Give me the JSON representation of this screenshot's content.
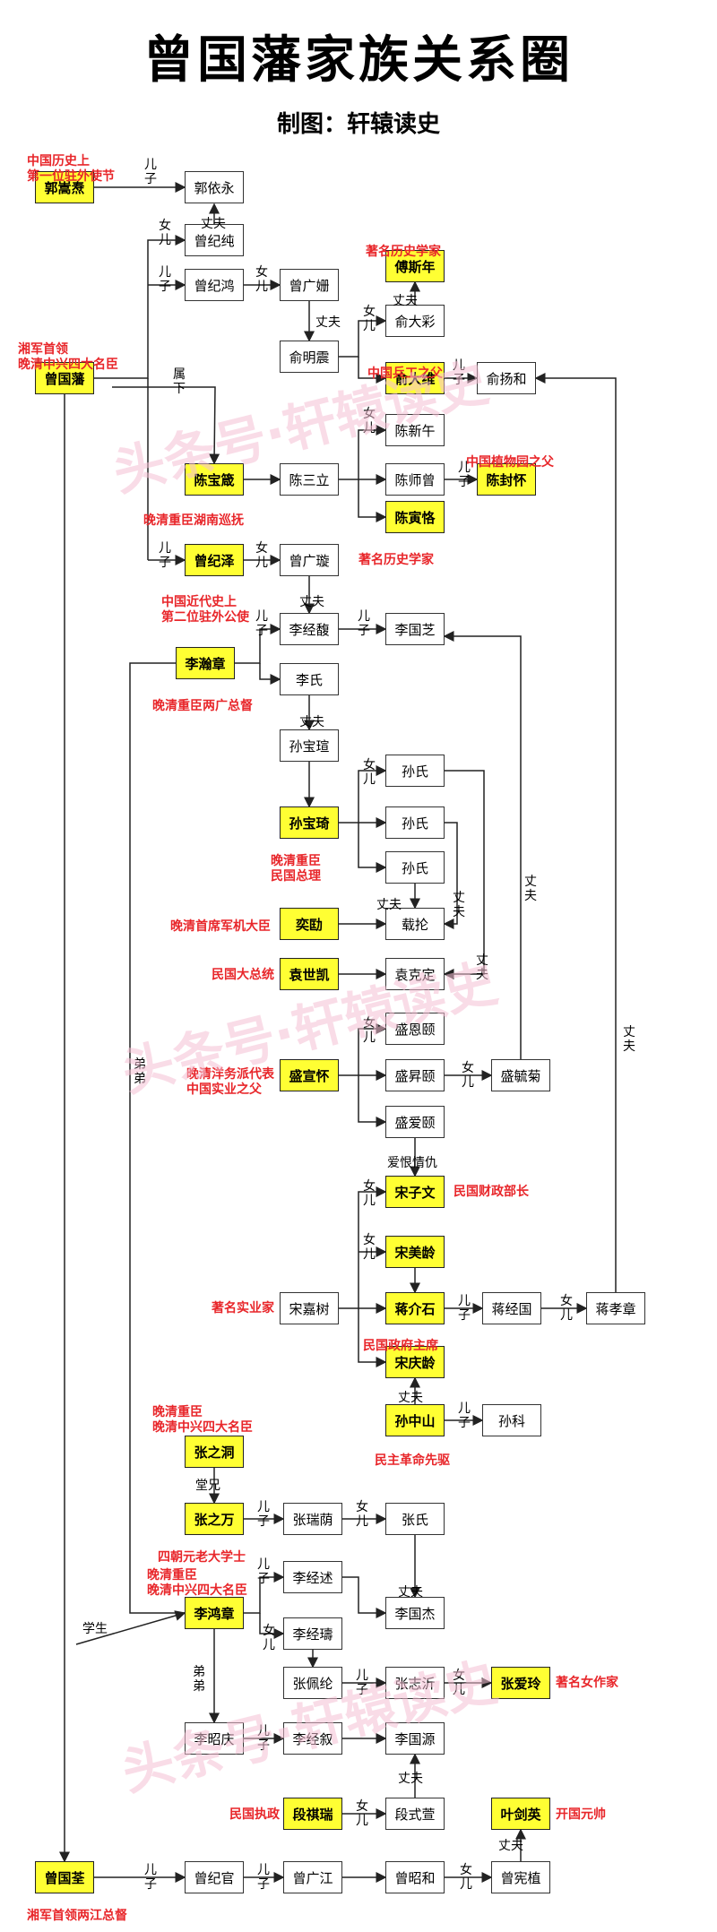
{
  "title": "曾国藩家族关系圈",
  "subtitle": "制图：轩辕读史",
  "watermark": "头条号·轩辕读史",
  "colors": {
    "highlight": "#ffff33",
    "note": "#e8262a"
  },
  "nodes": {
    "guosongtao": "郭嵩焘",
    "guoyiyong": "郭依永",
    "zengguofan": "曾国藩",
    "zengjichun": "曾纪纯",
    "zengjihong": "曾纪鸿",
    "zengguangshan": "曾广姗",
    "fusinian": "傅斯年",
    "yudacai": "俞大彩",
    "yumingzhen": "俞明震",
    "yudawei": "俞大维",
    "yuyanghe": "俞扬和",
    "chenbaozhen": "陈宝箴",
    "chensanli": "陈三立",
    "chenxinwu": "陈新午",
    "chenshizeng": "陈师曾",
    "chenfenghuai": "陈封怀",
    "chenyinke": "陈寅恪",
    "zengjize": "曾纪泽",
    "zengguangxuan": "曾广璇",
    "lijingfu": "李经馥",
    "liguozhi": "李国芝",
    "lihanzhang": "李瀚章",
    "lishi": "李氏",
    "sunbaoxuan": "孙宝瑄",
    "sunbaoqi": "孙宝琦",
    "sunshi1": "孙氏",
    "sunshi2": "孙氏",
    "sunshi3": "孙氏",
    "yikuang": "奕劻",
    "zailun": "载抡",
    "yuanshikai": "袁世凯",
    "yuankeding": "袁克定",
    "shengxuanhuai": "盛宣怀",
    "shengenyi": "盛恩颐",
    "shengshengyi": "盛昇颐",
    "shengaiyi": "盛爱颐",
    "shengyuju": "盛毓菊",
    "songziwen": "宋子文",
    "songmeiling": "宋美龄",
    "songjiashu": "宋嘉树",
    "jiangjieshi": "蒋介石",
    "jiangjingguo": "蒋经国",
    "jiangxiaozhang": "蒋孝章",
    "songqingling": "宋庆龄",
    "sunzhongshan": "孙中山",
    "sunke": "孙科",
    "zhangzhidong": "张之洞",
    "zhangzhiwan": "张之万",
    "zhangruiyin": "张瑞荫",
    "zhangshi": "张氏",
    "lihongzhang": "李鸿章",
    "lijingshu": "李经述",
    "liguojie": "李国杰",
    "lijingshou": "李经璹",
    "zhangpeilun": "张佩纶",
    "zhangzhiyi": "张志沂",
    "zhangailing": "张爱玲",
    "lizhaoqing": "李昭庆",
    "lijingxu": "李经叙",
    "liguoyuan": "李国源",
    "duanqirui": "段祺瑞",
    "duanshixuan": "段式萱",
    "yejianying": "叶剑英",
    "zengguoquan": "曾国荃",
    "zengjiguan": "曾纪官",
    "zengguangjiang": "曾广江",
    "zengzhaohe": "曾昭和",
    "zengxianzhi": "曾宪植"
  },
  "notes": {
    "guosongtao": "中国历史上\n第一位驻外使节",
    "zengguofan": "湘军首领\n晚清中兴四大名臣",
    "fusinian": "著名历史学家",
    "yudawei": "中国兵工之父",
    "chenbaozhen": "晚清重臣湖南巡抚",
    "chenfenghuai": "中国植物园之父",
    "chenyinke": "著名历史学家",
    "zengjize": "中国近代史上\n第二位驻外公使",
    "lihanzhang": "晚清重臣两广总督",
    "sunbaoqi": "晚清重臣\n民国总理",
    "yikuang": "晚清首席军机大臣",
    "yuanshikai": "民国大总统",
    "shengxuanhuai": "晚清洋务派代表\n中国实业之父",
    "songziwen": "民国财政部长",
    "songjiashu": "著名实业家",
    "jiangjieshi": "民国政府主席",
    "sunzhongshan": "民主革命先驱",
    "zhangzhidong": "晚清重臣\n晚清中兴四大名臣",
    "zhangzhiwan": "四朝元老大学士",
    "lihongzhang": "晚清重臣\n晚清中兴四大名臣",
    "zhangailing": "著名女作家",
    "duanqirui": "民国执政",
    "yejianying": "开国元帅",
    "zengguoquan": "湘军首领两江总督"
  },
  "relations": {
    "son": "儿子",
    "daughter": "女儿",
    "husband": "丈夫",
    "subordinate": "属下",
    "brother": "弟弟",
    "cousin": "堂兄",
    "student": "学生",
    "love_hate": "爱恨情仇"
  }
}
